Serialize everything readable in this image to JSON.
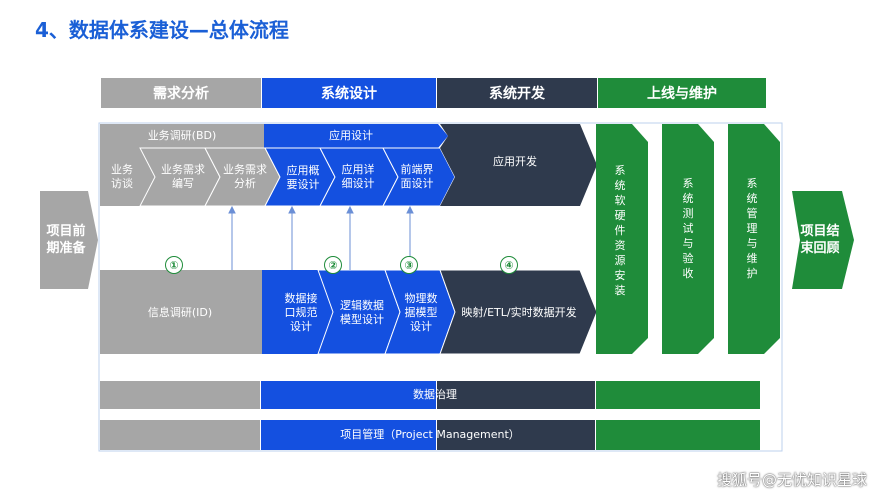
{
  "title": "4、数据体系建设—总体流程",
  "phases": [
    "需求分析",
    "系统设计",
    "系统开发",
    "上线与维护"
  ],
  "start_node": "项目前期准备",
  "end_node": "项目结束回顾",
  "business_track": {
    "header_left": "业务调研(BD)",
    "header_mid": "应用设计",
    "steps": [
      "业务访谈",
      "业务需求编写",
      "业务需求分析"
    ],
    "design_steps": [
      "应用概要设计",
      "应用详细设计",
      "前端界面设计"
    ],
    "dev": "应用开发"
  },
  "data_track": {
    "research": "信息调研(ID)",
    "steps": [
      "数据接口规范设计",
      "逻辑数据模型设计",
      "物理数据模型设计"
    ],
    "dev": "映射/ETL/实时数据开发"
  },
  "markers": [
    "①",
    "②",
    "③",
    "④"
  ],
  "deploy": [
    "系统软硬件资源安装",
    "系统测试与验收",
    "系统管理与维护"
  ],
  "governance": "数据治理",
  "project_mgmt": "项目管理（Project Management）",
  "watermark": "搜狐号@无忧知识星球",
  "colors": {
    "gray": "#a6a6a6",
    "blue": "#1450e0",
    "dark": "#2f3a4d",
    "green": "#1f8c3a",
    "title": "#1a5fd6"
  }
}
